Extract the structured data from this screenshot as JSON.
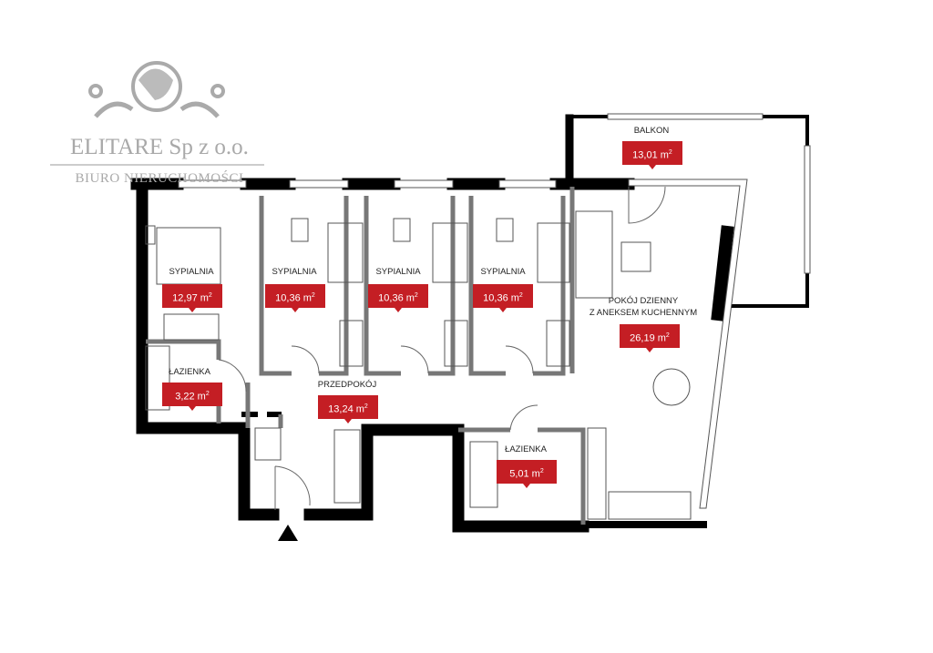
{
  "logo": {
    "company": "ELITARE Sp z o.o.",
    "subtitle": "BIURO NIERUCHOMOŚCI",
    "icon": "lion-crest-icon"
  },
  "accent_color": "#c41e24",
  "rooms": [
    {
      "name": "SYPIALNIA",
      "area": "12,97 m",
      "unit_sup": "2"
    },
    {
      "name": "SYPIALNIA",
      "area": "10,36 m",
      "unit_sup": "2"
    },
    {
      "name": "SYPIALNIA",
      "area": "10,36 m",
      "unit_sup": "2"
    },
    {
      "name": "SYPIALNIA",
      "area": "10,36 m",
      "unit_sup": "2"
    },
    {
      "name": "ŁAZIENKA",
      "area": "3,22 m",
      "unit_sup": "2"
    },
    {
      "name": "PRZEDPOKÓJ",
      "area": "13,24 m",
      "unit_sup": "2"
    },
    {
      "name": "ŁAZIENKA",
      "area": "5,01 m",
      "unit_sup": "2"
    },
    {
      "name": "POKÓJ DZIENNY",
      "name2": "Z ANEKSEM KUCHENNYM",
      "area": "26,19 m",
      "unit_sup": "2"
    },
    {
      "name": "BALKON",
      "area": "13,01 m",
      "unit_sup": "2"
    }
  ],
  "entrance": "entrance-arrow-icon"
}
